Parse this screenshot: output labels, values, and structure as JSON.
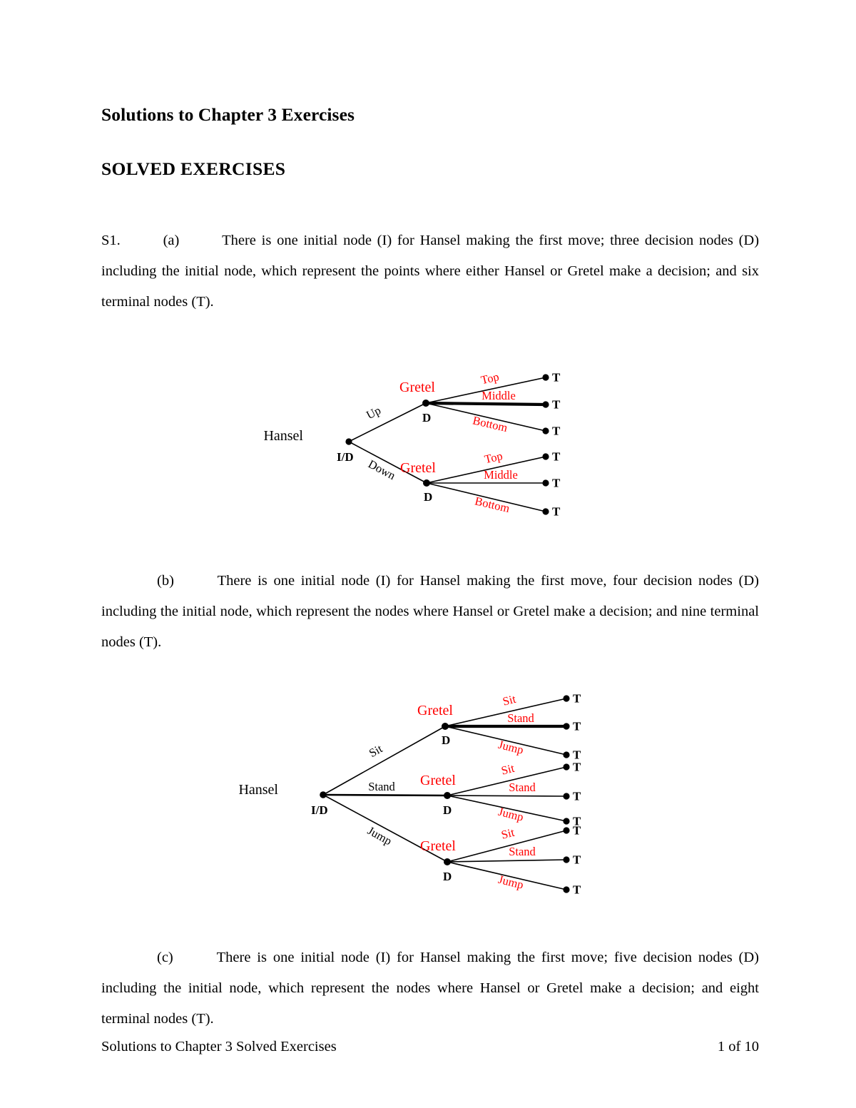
{
  "document": {
    "title": "Solutions to Chapter 3 Exercises",
    "section_heading": "SOLVED EXERCISES"
  },
  "paragraphs": {
    "s1a": {
      "number": "S1.",
      "part": "(a)",
      "text": "There is one initial node (I) for Hansel making the first move; three decision nodes (D) including the initial node, which represent the points where either Hansel or Gretel make a decision; and six terminal nodes (T)."
    },
    "s1b": {
      "number": "",
      "part": "(b)",
      "text": "There is one initial node (I) for Hansel making the first move, four decision nodes (D) including the initial node, which represent the nodes where Hansel or Gretel make a decision; and nine terminal nodes (T)."
    },
    "s1c": {
      "number": "",
      "part": "(c)",
      "text": "There is one initial node (I) for Hansel making the first move; five decision nodes (D) including the initial node, which represent the nodes where Hansel or Gretel make a decision; and eight terminal nodes (T)."
    }
  },
  "figures": {
    "tree_a": {
      "root_player": "Hansel",
      "root_node_label": "I/D",
      "child_player": "Gretel",
      "child_node_label": "D",
      "terminal_label": "T",
      "root_actions": [
        "Up",
        "Down"
      ],
      "child_actions": [
        "Top",
        "Middle",
        "Bottom"
      ],
      "player_color": "#ff0000",
      "root_player_color": "#000000",
      "action_color": "#ff0000",
      "root_action_color": "#000000"
    },
    "tree_b": {
      "root_player": "Hansel",
      "root_node_label": "I/D",
      "child_player": "Gretel",
      "child_node_label": "D",
      "terminal_label": "T",
      "root_actions": [
        "Sit",
        "Stand",
        "Jump"
      ],
      "child_actions": [
        "Sit",
        "Stand",
        "Jump"
      ],
      "player_color": "#ff0000",
      "root_player_color": "#000000",
      "action_color": "#ff0000",
      "root_action_color": "#000000"
    }
  },
  "footer": {
    "left": "Solutions to Chapter 3 Solved Exercises",
    "right": "1 of 10"
  }
}
